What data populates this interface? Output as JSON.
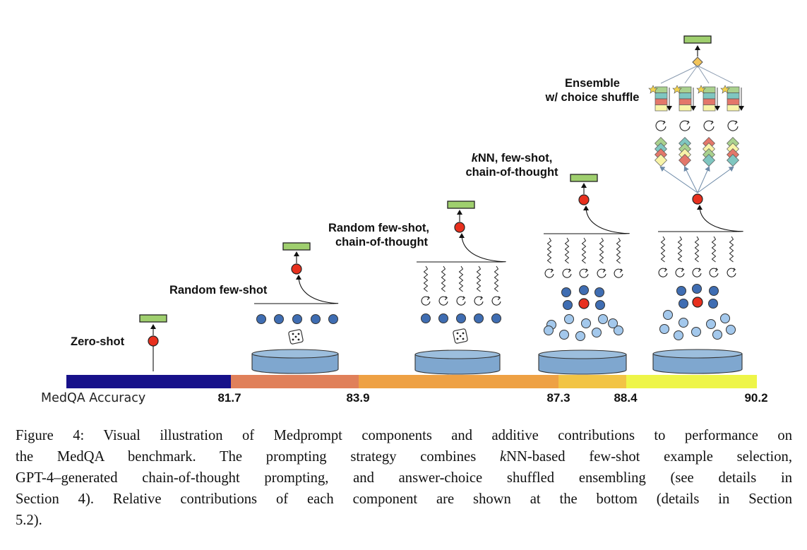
{
  "stages": [
    {
      "id": "zero-shot",
      "label_lines": [
        "Zero-shot"
      ]
    },
    {
      "id": "random-few-shot",
      "label_lines": [
        "Random few-shot"
      ]
    },
    {
      "id": "random-few-shot-cot",
      "label_lines": [
        "Random few-shot,",
        "chain-of-thought"
      ]
    },
    {
      "id": "knn-few-shot-cot",
      "label_prefix": "k",
      "label_lines": [
        "NN, few-shot,",
        "chain-of-thought"
      ]
    },
    {
      "id": "ensemble",
      "label_lines": [
        "Ensemble",
        "w/ choice shuffle"
      ]
    }
  ],
  "accuracy_bar": {
    "label": "MedQA Accuracy",
    "ticks": [
      "81.7",
      "83.9",
      "87.3",
      "88.4",
      "90.2"
    ],
    "segment_colors": [
      "#17118a",
      "#e0805a",
      "#eea144",
      "#f2c445",
      "#eef548"
    ]
  },
  "colors": {
    "answer_green": "#9fcf6e",
    "model_red": "#e8301e",
    "dot_dark": "#3f6db2",
    "dot_light": "#a3c8ec",
    "database": "#7fa7cf",
    "diamond": "#f2c45a",
    "card_green": "#a9d18e",
    "card_teal": "#7fc6c0",
    "card_red": "#e3776a",
    "card_yellow": "#f8f4a8"
  },
  "caption": {
    "lines": [
      "Figure 4: Visual illustration of Medprompt components and additive contributions to performance on",
      "the MedQA benchmark. The prompting strategy combines {k}NN-based few-shot example selection,",
      "GPT-4–generated chain-of-thought prompting, and answer-choice shuffled ensembling (see details in",
      "Section 4). Relative contributions of each component are shown at the bottom (details in Section",
      "5.2)."
    ]
  }
}
